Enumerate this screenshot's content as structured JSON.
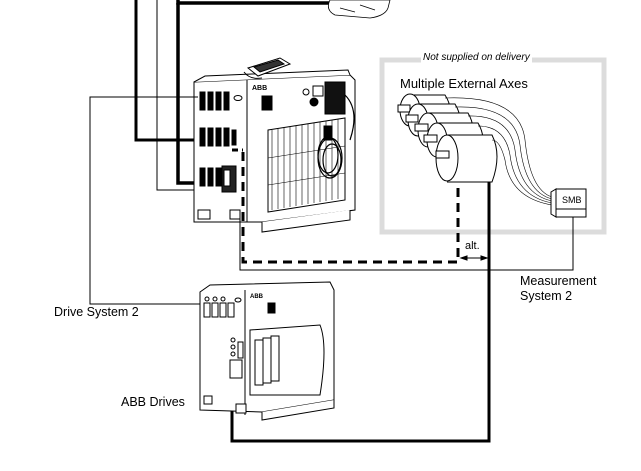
{
  "diagram": {
    "boundary_box": {
      "caption": "Not supplied on delivery",
      "title": "Multiple External Axes"
    },
    "labels": {
      "smb": "SMB",
      "alt": "alt.",
      "measurement_line1": "Measurement",
      "measurement_line2": "System 2",
      "drive_system": "Drive System 2",
      "abb_drives": "ABB Drives",
      "cabinet_logo": "ABB",
      "drive_logo": "ABB"
    },
    "components": [
      {
        "id": "robot-controller-cabinet",
        "name": "Robot controller cabinet"
      },
      {
        "id": "teach-pendant",
        "name": "Teach pendant"
      },
      {
        "id": "external-axes-motors",
        "name": "Multiple external axis motors",
        "count": 5
      },
      {
        "id": "smb-unit",
        "name": "Serial Measurement Board"
      },
      {
        "id": "abb-drives-cabinet",
        "name": "ABB Drives cabinet"
      }
    ],
    "connections": [
      {
        "from": "robot-controller-cabinet",
        "to": "external-axes-motors",
        "style": "dashed-thick"
      },
      {
        "from": "abb-drives-cabinet",
        "to": "external-axes-motors",
        "style": "solid-thick"
      },
      {
        "from": "smb-unit",
        "to": "robot-controller-cabinet",
        "style": "solid-thin",
        "label": "Measurement System 2"
      },
      {
        "from": "robot-controller-cabinet",
        "to": "abb-drives-cabinet",
        "style": "solid-thin",
        "label": "Drive System 2"
      }
    ],
    "colors": {
      "line": "#000000",
      "boundary": "#d9d9d9",
      "background": "#ffffff"
    }
  }
}
